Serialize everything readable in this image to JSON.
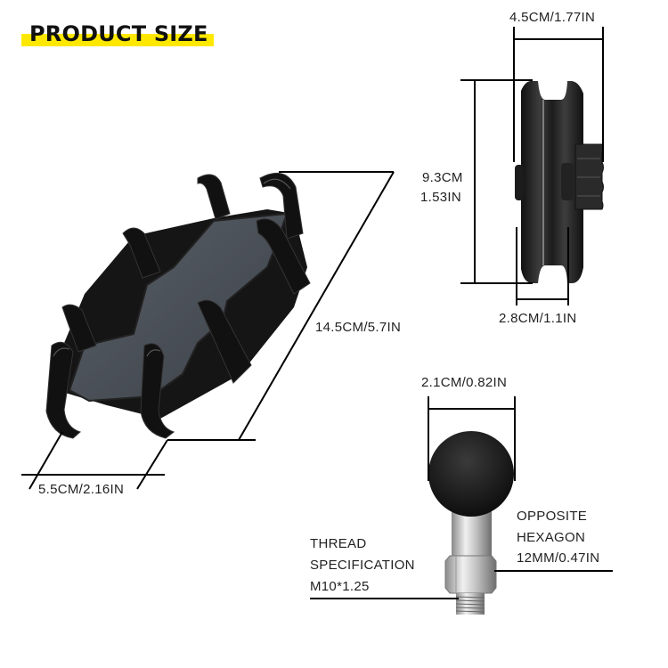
{
  "header": {
    "title": "PRODUCT SIZE",
    "highlight_color": "#ffe800"
  },
  "holder": {
    "name": "phone-holder-cradle",
    "length_label": "14.5CM/5.7IN",
    "width_label": "5.5CM/2.16IN"
  },
  "arm": {
    "name": "double-socket-arm",
    "top_width_label": "4.5CM/1.77IN",
    "height_label_cm": "9.3CM",
    "height_label_in": "1.53IN",
    "bottom_width_label": "2.8CM/1.1IN"
  },
  "ball_mount": {
    "name": "ball-bolt-mount",
    "ball_diameter_label": "2.1CM/0.82IN",
    "hexagon_label_line1": "OPPOSITE",
    "hexagon_label_line2": "HEXAGON",
    "hexagon_label_line3": "12MM/0.47IN",
    "thread_label_line1": "THREAD",
    "thread_label_line2": "SPECIFICATION",
    "thread_label_line3": "M10*1.25"
  },
  "colors": {
    "product_black": "#1a1a1a",
    "pad_gray": "#4a4f57",
    "steel": "#b8b8b8",
    "dimension_line": "#000000"
  }
}
